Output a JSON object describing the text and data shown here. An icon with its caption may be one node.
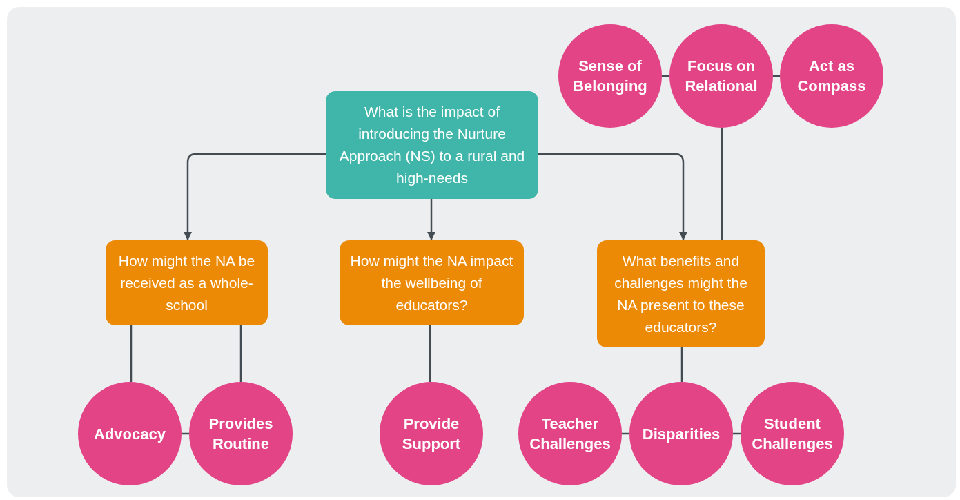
{
  "diagram": {
    "nodes": [
      {
        "text": [
          "Sense of Belonging"
        ]
      },
      {
        "text": [
          "Focus on Relational"
        ]
      },
      {
        "text": [
          "Act as Compass"
        ]
      },
      {
        "text": [
          "What is the impact of introducing the Nurture Approach (NS) to a rural and high-needs"
        ]
      },
      {
        "text": [
          "How might the NA be received as a whole-school"
        ]
      },
      {
        "text": [
          "How might the NA impact the wellbeing of educators?"
        ]
      },
      {
        "text": [
          "What benefits and challenges might the NA present to these educators?"
        ]
      },
      {
        "text": [
          "Advocacy"
        ]
      },
      {
        "text": [
          "Provides Routine"
        ]
      },
      {
        "text": [
          "Provide Support"
        ]
      },
      {
        "text": [
          "Teacher Challenges"
        ]
      },
      {
        "text": [
          "Disparities"
        ]
      },
      {
        "text": [
          "Student Challenges"
        ]
      }
    ],
    "edges": [
      {
        "from": 3,
        "to": 4,
        "arrow": "to"
      },
      {
        "from": 3,
        "to": 5,
        "arrow": "to"
      },
      {
        "from": 3,
        "to": 6,
        "arrow": "to"
      },
      {
        "from": 0,
        "to": 1,
        "arrow": "none"
      },
      {
        "from": 1,
        "to": 2,
        "arrow": "none"
      },
      {
        "from": 6,
        "to": 1,
        "arrow": "none"
      },
      {
        "from": 4,
        "to": 7,
        "arrow": "none"
      },
      {
        "from": 4,
        "to": 8,
        "arrow": "none"
      },
      {
        "from": 7,
        "to": 8,
        "arrow": "none"
      },
      {
        "from": 5,
        "to": 9,
        "arrow": "none"
      },
      {
        "from": 6,
        "to": 11,
        "arrow": "none"
      },
      {
        "from": 10,
        "to": 11,
        "arrow": "none"
      },
      {
        "from": 11,
        "to": 12,
        "arrow": "none"
      }
    ]
  }
}
